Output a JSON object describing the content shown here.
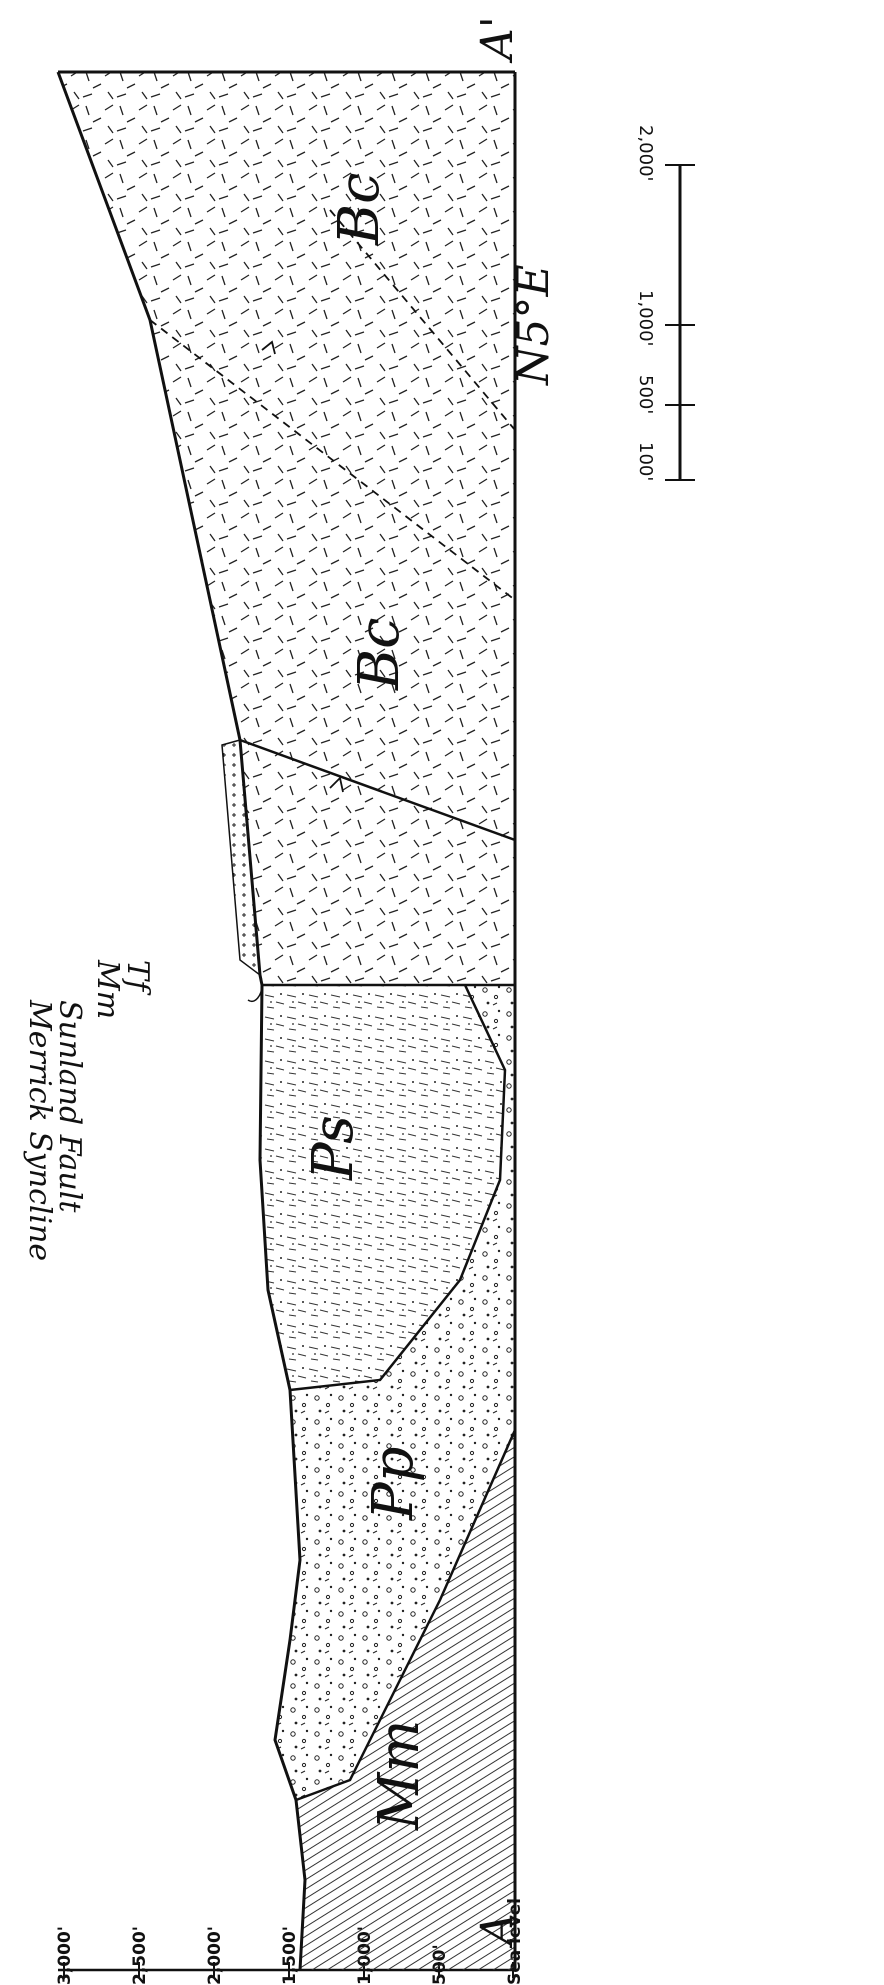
{
  "section": {
    "end_a": "A",
    "end_a_prime": "A'",
    "bearing": "N5°E"
  },
  "elevation_axis": {
    "ticks": [
      "3,000'",
      "2,500'",
      "2,000'",
      "1,500'",
      "1,000'",
      "500'",
      "Sea level"
    ]
  },
  "units": {
    "bc_upper": "Bc",
    "bc_lower": "Bc",
    "ps": "Ps",
    "pp": "Pp",
    "mm": "Mm"
  },
  "annotations": {
    "merrick_syncline": "Merrick Syncline",
    "sunland_fault": "Sunland Fault",
    "mm_small": "Mm",
    "tf": "Tf"
  },
  "scale_bar": {
    "ticks": [
      "100'",
      "500'",
      "1,000'",
      "2,000'"
    ]
  }
}
